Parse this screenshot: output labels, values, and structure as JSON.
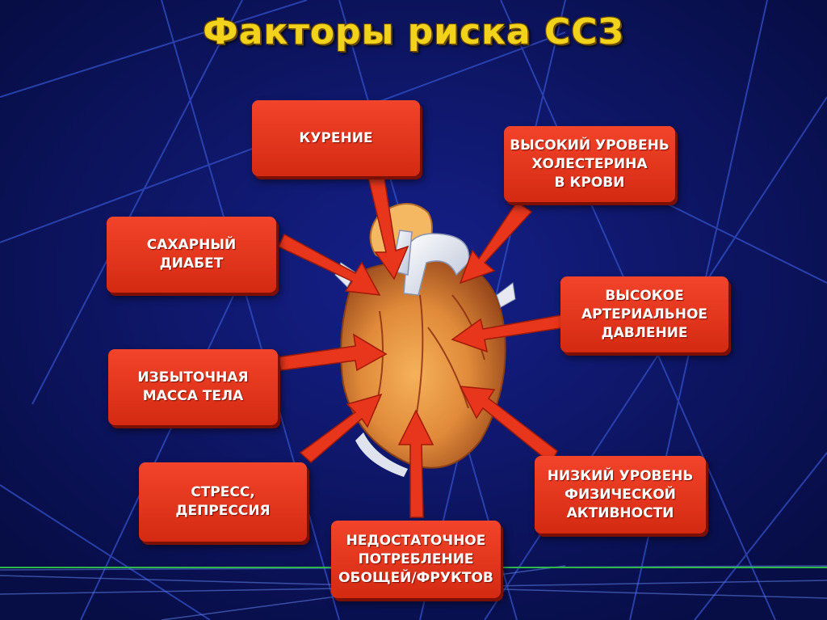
{
  "title": "Факторы риска ССЗ",
  "colors": {
    "background": "#0a1254",
    "title": "#f3d21b",
    "box": "#e8361c",
    "line": "#2a3fa8"
  },
  "factors": [
    {
      "id": "smoking",
      "label": "КУРЕНИЕ"
    },
    {
      "id": "cholesterol",
      "label": "ВЫСОКИЙ УРОВЕНЬ\nХОЛЕСТЕРИНА\nВ КРОВИ"
    },
    {
      "id": "diabetes",
      "label": "САХАРНЫЙ\nДИАБЕТ"
    },
    {
      "id": "pressure",
      "label": "ВЫСОКОЕ\nАРТЕРИАЛЬНОЕ\nДАВЛЕНИЕ"
    },
    {
      "id": "weight",
      "label": "ИЗБЫТОЧНАЯ\nМАССА ТЕЛА"
    },
    {
      "id": "stress",
      "label": "СТРЕСС,\nДЕПРЕССИЯ"
    },
    {
      "id": "activity",
      "label": "НИЗКИЙ УРОВЕНЬ\nФИЗИЧЕСКОЙ\nАКТИВНОСТИ"
    },
    {
      "id": "nutrition",
      "label": "НЕДОСТАТОЧНОЕ\nПОТРЕБЛЕНИЕ\nОБОЩЕЙ/ФРУКТОВ"
    }
  ]
}
